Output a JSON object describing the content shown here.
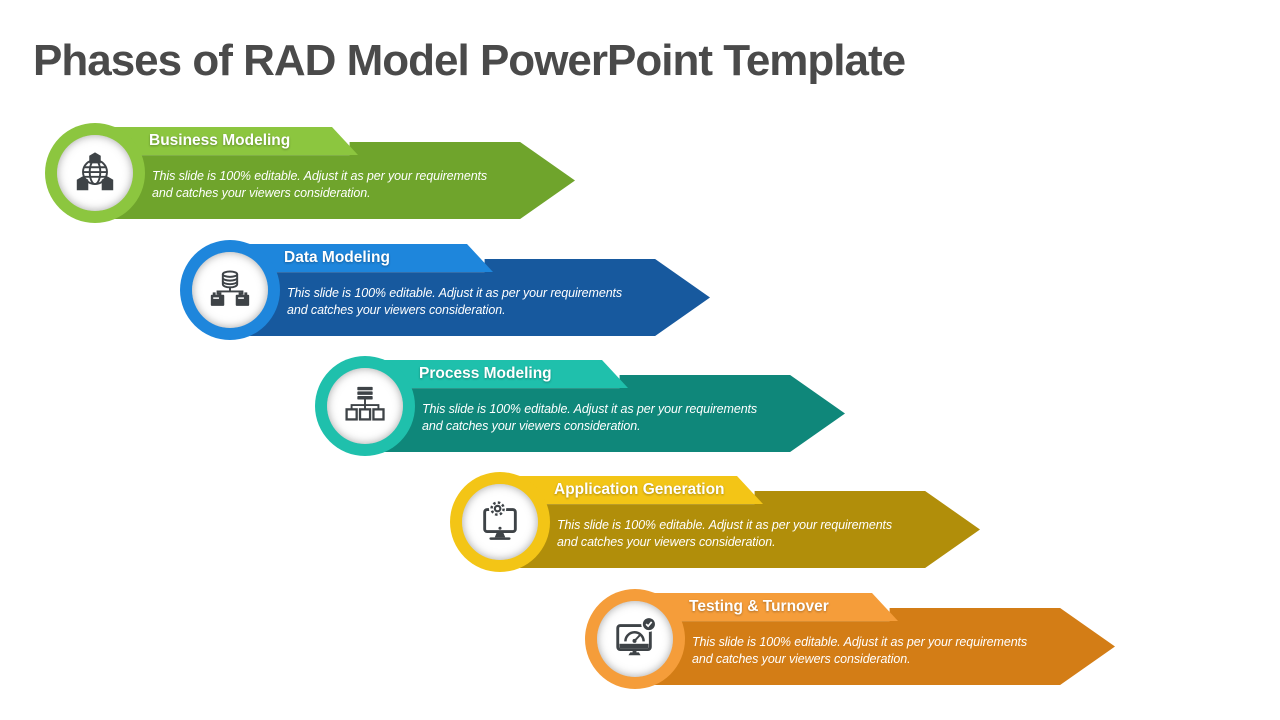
{
  "slide": {
    "title": "Phases of RAD Model PowerPoint Template",
    "title_color": "#4A4A4A",
    "background": "#FFFFFF",
    "icon_color": "#3E4347"
  },
  "banners": [
    {
      "title": "Business Modeling",
      "description": "This slide is 100% editable. Adjust it as per your requirements\nand catches your viewers consideration.",
      "icon": "globe-cubes-icon",
      "colors": {
        "band": "#8CC63F",
        "body": "#6FA42C"
      }
    },
    {
      "title": "Data Modeling",
      "description": "This slide is 100% editable. Adjust it as per your requirements\nand catches your viewers consideration.",
      "icon": "database-servers-icon",
      "colors": {
        "band": "#1E86DC",
        "body": "#17599E"
      }
    },
    {
      "title": "Process Modeling",
      "description": "This slide is 100% editable. Adjust it as per your requirements\nand catches your viewers consideration.",
      "icon": "server-flowchart-icon",
      "colors": {
        "band": "#1FC0AC",
        "body": "#0F877A"
      }
    },
    {
      "title": "Application Generation",
      "description": "This slide is 100% editable. Adjust it as per your requirements\nand catches your viewers consideration.",
      "icon": "monitor-gear-icon",
      "colors": {
        "band": "#F3C516",
        "body": "#B18E0A"
      }
    },
    {
      "title": "Testing & Turnover",
      "description": "This slide is 100% editable. Adjust it as per your requirements\nand catches your viewers consideration.",
      "icon": "monitor-gauge-check-icon",
      "colors": {
        "band": "#F59D3A",
        "body": "#D37D16"
      }
    }
  ]
}
